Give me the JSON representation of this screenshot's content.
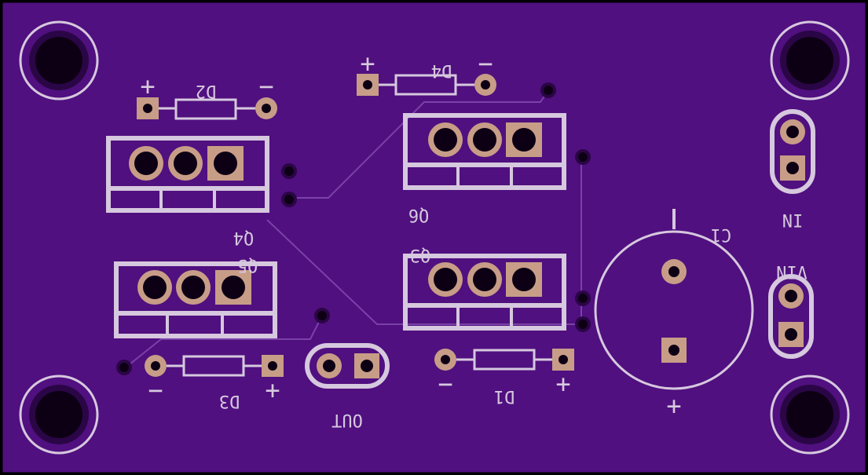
{
  "board": {
    "colors": {
      "substrate": "#50107f",
      "silkscreen": "#d6c8de",
      "copper_pad": "#c89d87",
      "drill": "#0d0014",
      "trace": "#7a42a8"
    }
  },
  "components": {
    "D2": {
      "designator": "D2",
      "plus": "+",
      "minus": "−"
    },
    "D4": {
      "designator": "D4",
      "plus": "+",
      "minus": "−"
    },
    "D3": {
      "designator": "D3",
      "plus": "+",
      "minus": "−"
    },
    "D1": {
      "designator": "D1",
      "plus": "+",
      "minus": "−"
    },
    "Q4": {
      "designator": "Q4"
    },
    "Q6": {
      "designator": "Q6"
    },
    "Q5": {
      "designator": "Q5"
    },
    "Q3": {
      "designator": "Q3"
    },
    "C1": {
      "designator": "C1",
      "plus": "+"
    },
    "OUT": {
      "designator": "OUT"
    },
    "IN": {
      "designator": "IN"
    },
    "VIN": {
      "designator": "VIN"
    }
  }
}
